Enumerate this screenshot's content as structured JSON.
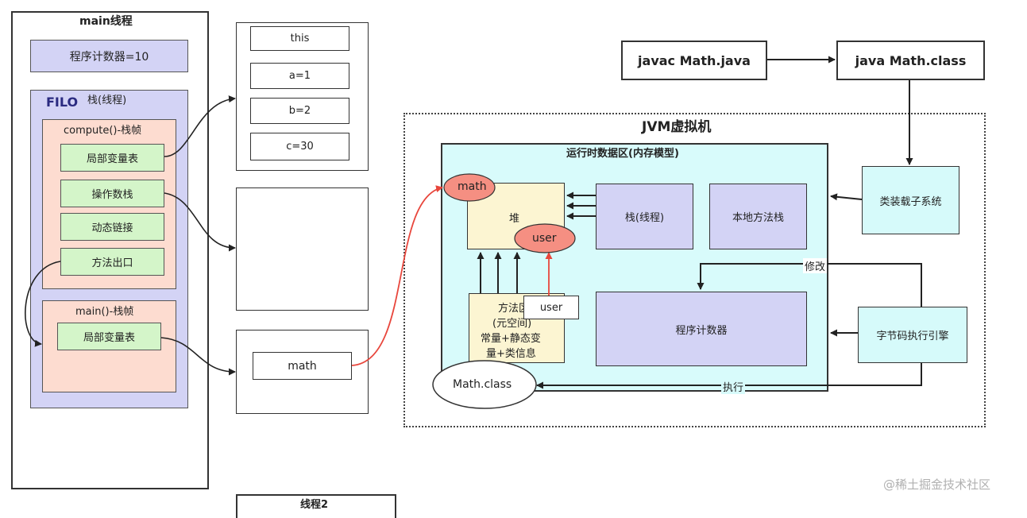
{
  "main_thread": {
    "title": "main线程",
    "program_counter": "程序计数器=10",
    "stack_filo": "FILO",
    "stack_label": "栈(线程)",
    "compute_frame": {
      "title": "compute()-栈帧",
      "items": [
        "局部变量表",
        "操作数栈",
        "动态链接",
        "方法出口"
      ]
    },
    "main_frame": {
      "title": "main()-栈帧",
      "items": [
        "局部变量表"
      ]
    }
  },
  "local_vars": [
    "this",
    "a=1",
    "b=2",
    "c=30"
  ],
  "main_local": "math",
  "thread2_label": "线程2",
  "compile": {
    "javac": "javac Math.java",
    "java": "java Math.class"
  },
  "jvm": {
    "title": "JVM虚拟机",
    "runtime_area": "运行时数据区(内存模型)",
    "heap": "堆",
    "heap_math": "math",
    "heap_user": "user",
    "stack_thread": "栈(线程)",
    "native_stack": "本地方法栈",
    "method_area_lines": [
      "方法区",
      "(元空间)",
      "常量+静态变",
      "量+类信息"
    ],
    "method_user": "user",
    "program_counter": "程序计数器",
    "math_class": "Math.class",
    "class_loader": "类装载子系统",
    "exec_engine": "字节码执行引擎",
    "modify_label": "修改",
    "execute_label": "执行"
  },
  "watermark": "@稀土掘金技术社区",
  "colors": {
    "stack_fill": "#d3d3f5",
    "frame_fill": "#fddcd0",
    "item_fill": "#d4f5c9",
    "runtime_fill": "#d8fbfb",
    "heap_fill": "#fcf5d2",
    "ellipse_fill": "#f58f82",
    "subsystem_fill": "#d6fafa",
    "red_arrow": "#e8463c"
  }
}
